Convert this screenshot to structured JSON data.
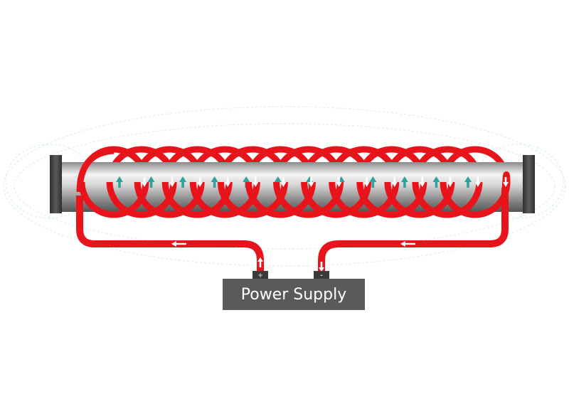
{
  "power_supply": {
    "label": "Power Supply",
    "plus_sign": "+",
    "minus_sign": "-"
  },
  "colors": {
    "background": "#ffffff",
    "coil_wire": "#e8141b",
    "pipe_highlight": "#f2f2f2",
    "pipe_mid": "#a6a6a6",
    "pipe_dark": "#5a5a5a",
    "flange": "#3c3c3c",
    "power_supply_box": "#5a5a5a",
    "power_supply_text": "#ffffff",
    "field_arrow": "#2fa39b",
    "current_arrow": "#ffffff",
    "field_lines": "#dff2f1"
  },
  "icons": {
    "field_arrow": "arrow-up-icon",
    "current_arrow_coil": "arrow-down-icon",
    "current_arrow_lead": "arrow-left-icon"
  },
  "coil": {
    "turn_count": 14,
    "field_arrow_count": 12
  }
}
